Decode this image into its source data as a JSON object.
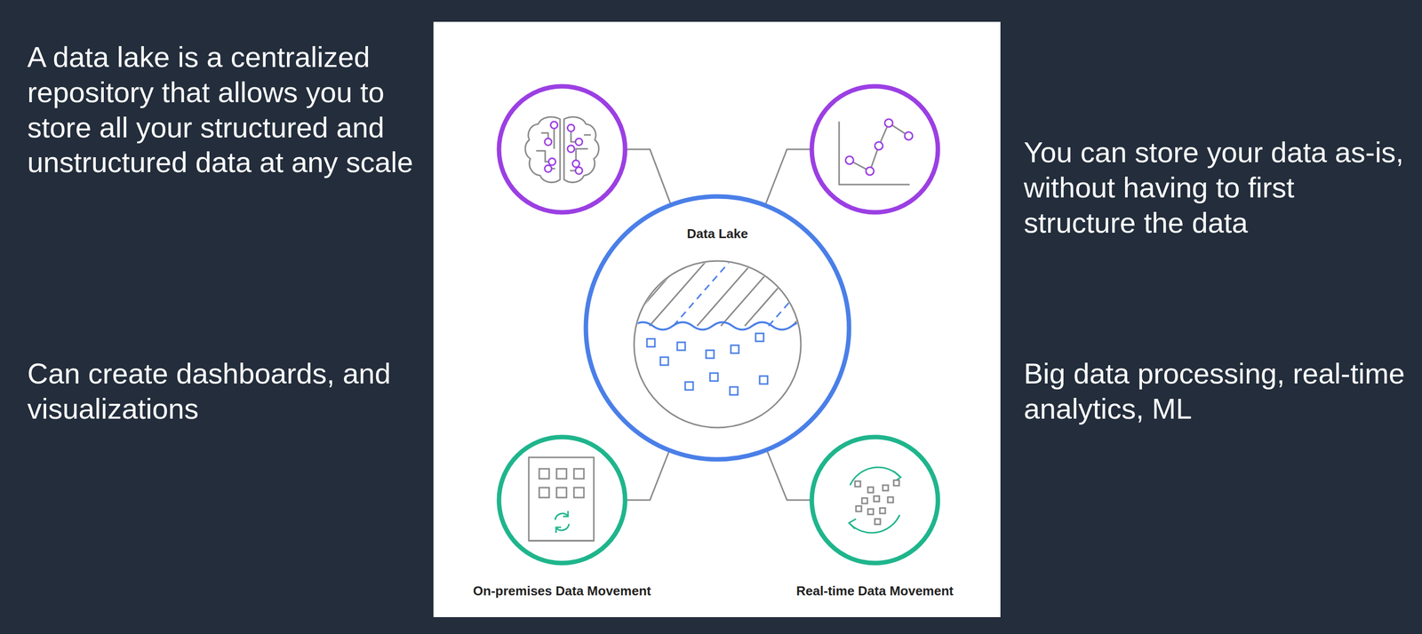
{
  "diagram": {
    "nodes": [
      {
        "text": [
          "Machine Learning"
        ]
      },
      {
        "text": [
          "Analytics"
        ]
      },
      {
        "text": [
          "Data Lake"
        ]
      },
      {
        "text": [
          "On-premises Data Movement"
        ]
      },
      {
        "text": [
          "Real-time Data Movement"
        ]
      }
    ],
    "edges": [
      {
        "from": 0,
        "to": 2,
        "arrow": "none"
      },
      {
        "from": 1,
        "to": 2,
        "arrow": "none"
      },
      {
        "from": 3,
        "to": 2,
        "arrow": "none"
      },
      {
        "from": 4,
        "to": 2,
        "arrow": "none"
      }
    ],
    "labels": [
      "A data lake is a centralized repository that allows you to store all your structured and unstructured data at any scale",
      "Can create dashboards, and visualizations",
      "You can store your data as-is, without having to first structure the data",
      "Big data processing, real-time analytics, ML"
    ]
  }
}
